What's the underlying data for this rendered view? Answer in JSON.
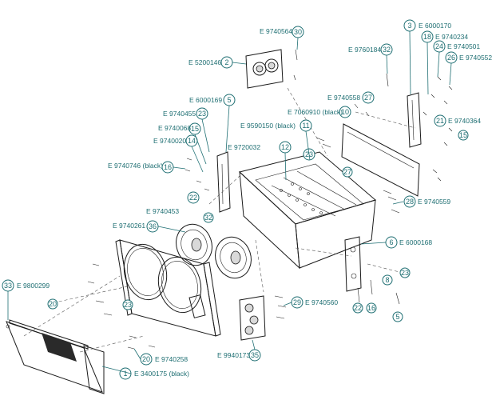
{
  "labels": {
    "e9740564": "E 9740564",
    "e5200146": "E 5200146",
    "e9760184": "E 9760184",
    "e6000170": "E 6000170",
    "e9740234": "E 9740234",
    "e9740501": "E 9740501",
    "e9740552": "E 9740552",
    "e9740558": "E 9740558",
    "e7060910": "E 7060910 (black)",
    "e9590150": "E 9590150 (black)",
    "e6000169": "E 6000169",
    "e9740455": "E 9740455",
    "e9740068": "E 9740068",
    "e9740020": "E 9740020",
    "e9720032": "E 9720032",
    "e9740364": "E 9740364",
    "e9740746": "E 9740746 (black)",
    "e9740559": "E 9740559",
    "e9740453": "E 9740453",
    "e9740261": "E 9740261",
    "e6000168": "E 6000168",
    "e9800299": "E 9800299",
    "e9740560": "E 9740560",
    "e9740258": "E 9740258",
    "e9940173": "E 9940173",
    "e3400175": "E 3400175 (black)"
  },
  "callouts": {
    "n1": "1",
    "n2": "2",
    "n3": "3",
    "n5": "5",
    "n6": "6",
    "n8": "8",
    "n10": "10",
    "n11": "11",
    "n12": "12",
    "n14": "14",
    "n15": "15",
    "n16": "16",
    "n18": "18",
    "n20": "20",
    "n21": "21",
    "n22": "22",
    "n23": "23",
    "n24": "24",
    "n26": "26",
    "n27": "27",
    "n28": "28",
    "n29": "29",
    "n30": "30",
    "n32": "32",
    "n33": "33",
    "n35": "35",
    "n36": "36"
  },
  "colors": {
    "callout": "#1f6f73",
    "line": "#1b1b1b",
    "grille": "#2a2a2a"
  }
}
